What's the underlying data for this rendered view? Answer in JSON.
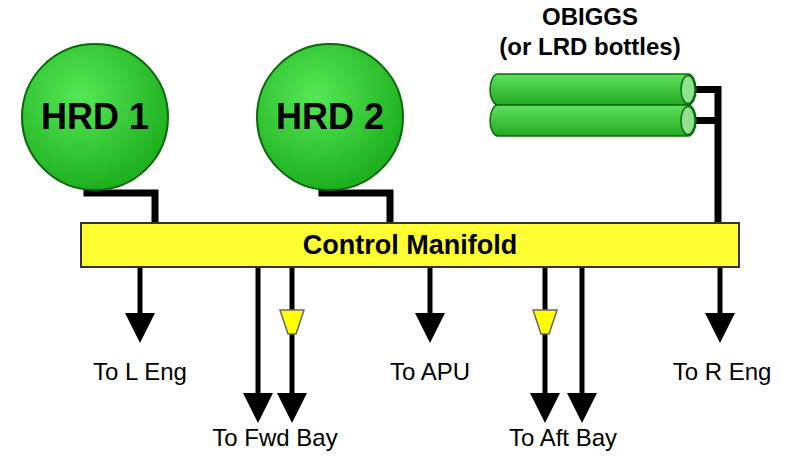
{
  "diagram": {
    "nodes": [
      {
        "text": [
          "HRD 1"
        ]
      },
      {
        "text": [
          "HRD 2"
        ]
      },
      {
        "text": [
          "OBIGGS",
          "(or LRD bottles)"
        ]
      },
      {
        "text": [
          "Control Manifold"
        ]
      }
    ],
    "edges": [
      {
        "from": 0,
        "to": 3,
        "arrow": "none"
      },
      {
        "from": 1,
        "to": 3,
        "arrow": "none"
      },
      {
        "from": 2,
        "to": 3,
        "arrow": "none"
      }
    ],
    "labels": [
      "To L Eng",
      "To Fwd Bay",
      "To APU",
      "To Aft Bay",
      "To R Eng"
    ]
  }
}
